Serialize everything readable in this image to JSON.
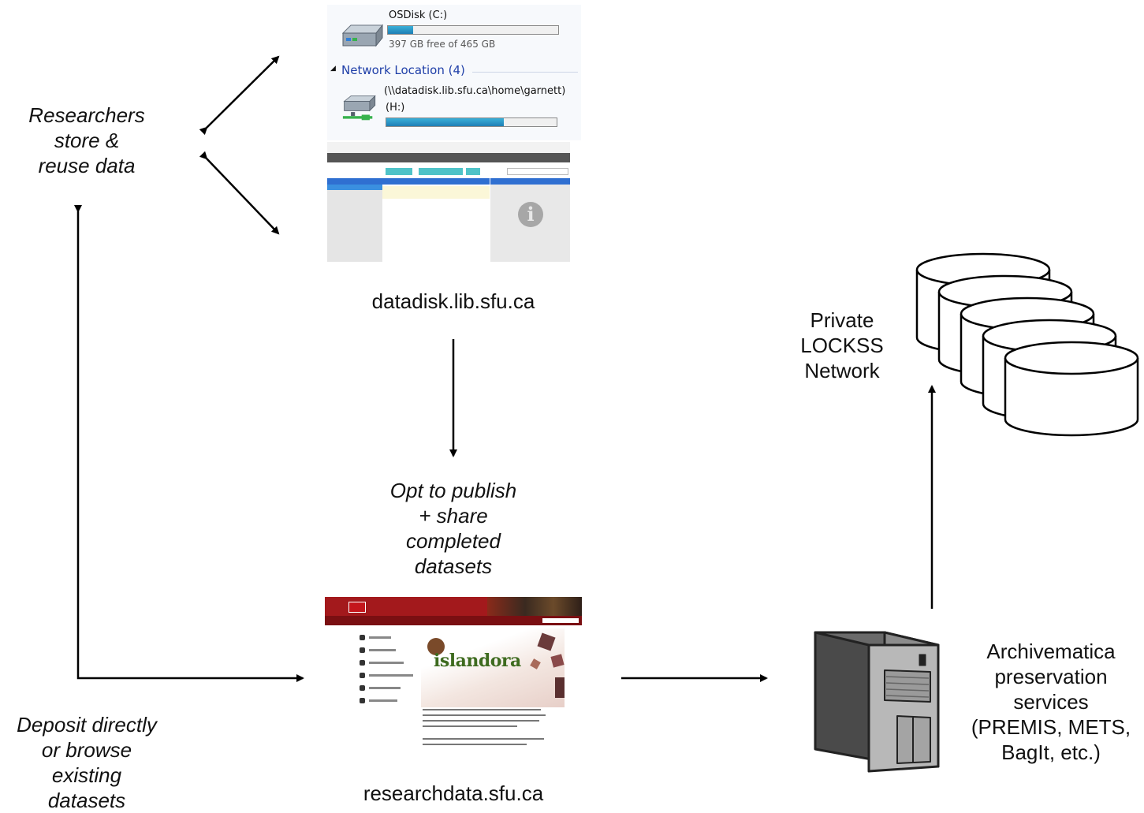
{
  "labels": {
    "researchers": [
      "Researchers",
      "store &",
      "reuse data"
    ],
    "datadisk_url": "datadisk.lib.sfu.ca",
    "opt_to_publish": [
      "Opt to publish",
      "+  share",
      "completed",
      "datasets"
    ],
    "researchdata_url": "researchdata.sfu.ca",
    "deposit": [
      "Deposit directly",
      "or browse",
      "existing",
      "datasets"
    ],
    "lockss": [
      "Private",
      "LOCKSS",
      "Network"
    ],
    "archivematica": [
      "Archivematica",
      "preservation",
      "services",
      "(PREMIS, METS,",
      "BagIt, etc.)"
    ]
  },
  "explorer": {
    "local_drive": {
      "name": "OSDisk (C:)",
      "free_text": "397 GB free of 465 GB",
      "used_fraction": 0.15
    },
    "network_header": "Network Location (4)",
    "network_drive": {
      "path": "(\\\\datadisk.lib.sfu.ca\\home\\garnett)",
      "letter": "(H:)",
      "used_fraction": 0.69
    }
  },
  "icons": {
    "hard_drive": "hard-drive-icon",
    "network_drive": "network-drive-icon",
    "info": "info-icon",
    "database": "database-icon",
    "server": "server-tower-icon"
  },
  "islandora_logo_text": "islandora",
  "colors": {
    "sfu_red": "#a3191c",
    "islandora_green": "#3e6b1f",
    "drive_bar": "#1e7fb5"
  }
}
